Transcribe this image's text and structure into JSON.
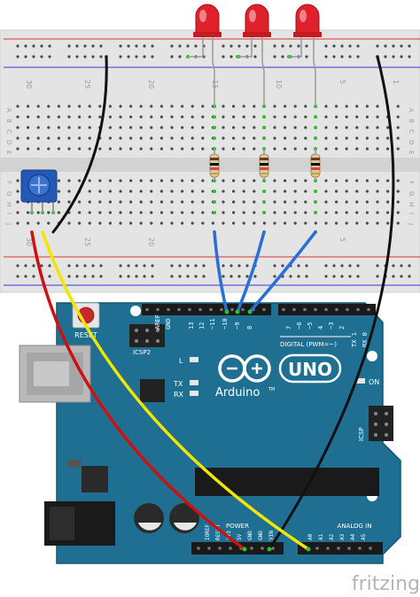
{
  "breadboard": {
    "column_numbers": [
      "30",
      "25",
      "20",
      "15",
      "10",
      "5",
      "1"
    ],
    "row_letters_top": [
      "A",
      "B",
      "C",
      "D",
      "E"
    ],
    "row_letters_bottom": [
      "F",
      "G",
      "H",
      "I",
      "J"
    ]
  },
  "arduino": {
    "logo_text": "Arduino",
    "tm": "TM",
    "model": "UNO",
    "reset_label": "RESET",
    "icsp2_label": "ICSP2",
    "icsp_label": "ICSP",
    "l_label": "L",
    "tx_label": "TX",
    "rx_label": "RX",
    "on_label": "ON",
    "digital_label": "DIGITAL (PWM=~)",
    "power_label": "POWER",
    "analog_label": "ANALOG IN",
    "aref_label": "AREF",
    "gnd_label": "GND",
    "digital_pins": [
      "13",
      "12",
      "~11",
      "~10",
      "~9",
      "8",
      "7",
      "~6",
      "~5",
      "4",
      "~3",
      "2",
      "TX 1",
      "RX 0"
    ],
    "power_pins": [
      "IOREF",
      "RESET",
      "3V3",
      "5V",
      "GND",
      "GND",
      "VIN"
    ],
    "analog_pins": [
      "A0",
      "A1",
      "A2",
      "A3",
      "A4",
      "A5"
    ]
  },
  "components": {
    "leds": [
      "red-led-1",
      "red-led-2",
      "red-led-3"
    ],
    "resistors": [
      "resistor-1",
      "resistor-2",
      "resistor-3"
    ],
    "potentiometer": "potentiometer"
  },
  "colors": {
    "board": "#1f6f92",
    "breadboard": "#e6e6e6",
    "wire_red": "#cc1111",
    "wire_yellow": "#f2e600",
    "wire_black": "#111111",
    "wire_blue": "#2a6fd6",
    "led": "#e0202a"
  },
  "watermark": "fritzing"
}
